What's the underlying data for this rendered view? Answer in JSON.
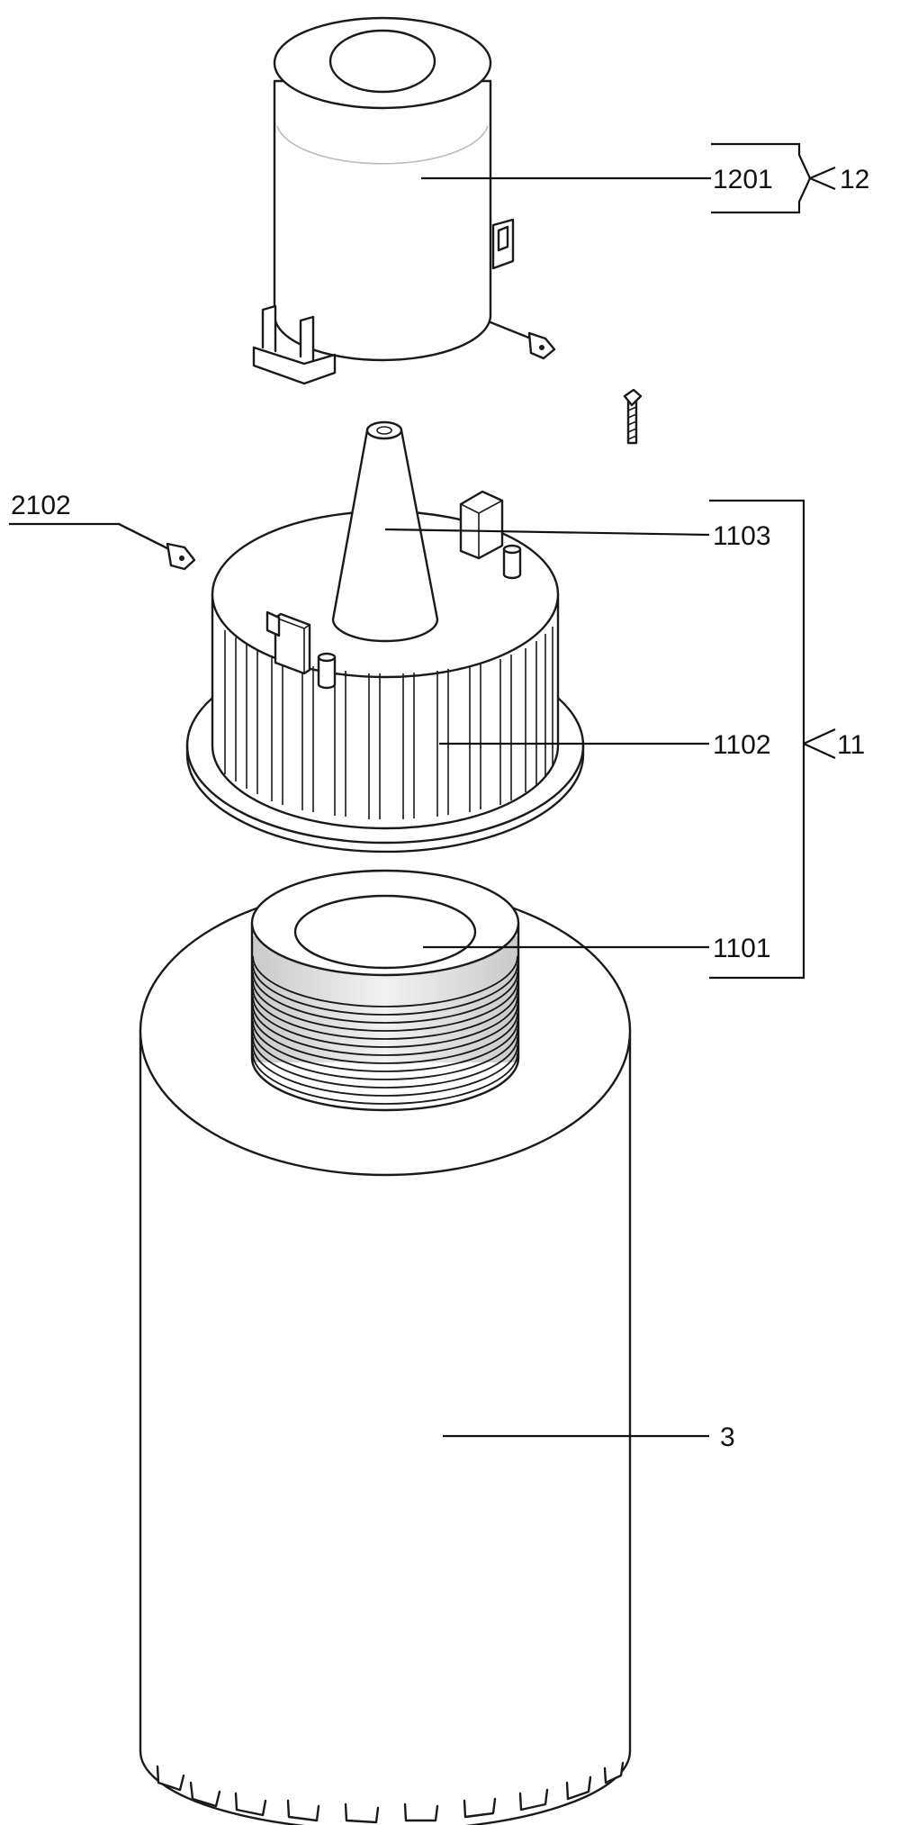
{
  "figure": {
    "labels": {
      "part_1201": "1201",
      "assembly_12": "12",
      "part_2102": "2102",
      "part_1103": "1103",
      "part_1102": "1102",
      "assembly_11": "11",
      "part_1101": "1101",
      "part_3": "3"
    },
    "colors": {
      "line": "#1a1a1a",
      "background": "#ffffff"
    }
  }
}
